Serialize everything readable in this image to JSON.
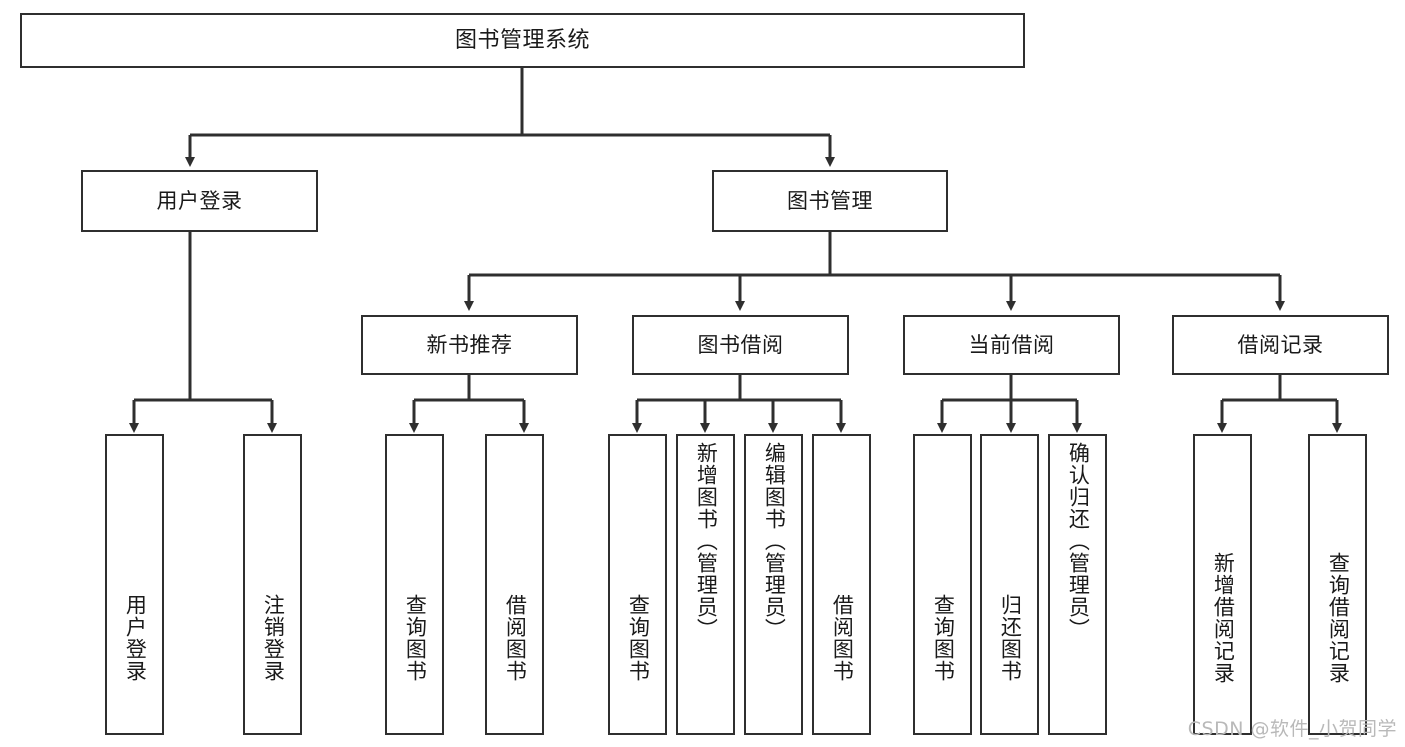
{
  "diagram": {
    "type": "tree",
    "title": "图书管理系统",
    "watermark": "CSDN @软件_小贺同学",
    "colors": {
      "box_border": "#2f2f2f",
      "box_fill": "#ffffff",
      "connector": "#2f2f2f",
      "text": "#1a1a1a",
      "watermark": "#b9b9b9"
    },
    "nodes": {
      "root": {
        "label": "图书管理系统",
        "level": 1
      },
      "user_login": {
        "label": "用户登录",
        "level": 2
      },
      "book_manage": {
        "label": "图书管理",
        "level": 2
      },
      "new_book_rec": {
        "label": "新书推荐",
        "level": 3
      },
      "book_borrow": {
        "label": "图书借阅",
        "level": 3
      },
      "current_borrow": {
        "label": "当前借阅",
        "level": 3
      },
      "borrow_record": {
        "label": "借阅记录",
        "level": 3
      },
      "leaf_user_login": {
        "label": "用户登录",
        "level": 4
      },
      "leaf_logout": {
        "label": "注销登录",
        "level": 4
      },
      "leaf_query_book_1": {
        "label": "查询图书",
        "level": 4
      },
      "leaf_borrow_book_1": {
        "label": "借阅图书",
        "level": 4
      },
      "leaf_query_book_2": {
        "label": "查询图书",
        "level": 4
      },
      "leaf_add_book": {
        "label": "新增图书（管理员）",
        "level": 4
      },
      "leaf_edit_book": {
        "label": "编辑图书（管理员）",
        "level": 4
      },
      "leaf_borrow_book_2": {
        "label": "借阅图书",
        "level": 4
      },
      "leaf_query_book_3": {
        "label": "查询图书",
        "level": 4
      },
      "leaf_return_book": {
        "label": "归还图书",
        "level": 4
      },
      "leaf_confirm_return": {
        "label": "确认归还（管理员）",
        "level": 4
      },
      "leaf_add_record": {
        "label": "新增借阅记录",
        "level": 4
      },
      "leaf_query_record": {
        "label": "查询借阅记录",
        "level": 4
      }
    },
    "edges": [
      {
        "from": "root",
        "to": "user_login"
      },
      {
        "from": "root",
        "to": "book_manage"
      },
      {
        "from": "user_login",
        "to": "leaf_user_login"
      },
      {
        "from": "user_login",
        "to": "leaf_logout"
      },
      {
        "from": "book_manage",
        "to": "new_book_rec"
      },
      {
        "from": "book_manage",
        "to": "book_borrow"
      },
      {
        "from": "book_manage",
        "to": "current_borrow"
      },
      {
        "from": "book_manage",
        "to": "borrow_record"
      },
      {
        "from": "new_book_rec",
        "to": "leaf_query_book_1"
      },
      {
        "from": "new_book_rec",
        "to": "leaf_borrow_book_1"
      },
      {
        "from": "book_borrow",
        "to": "leaf_query_book_2"
      },
      {
        "from": "book_borrow",
        "to": "leaf_add_book"
      },
      {
        "from": "book_borrow",
        "to": "leaf_edit_book"
      },
      {
        "from": "book_borrow",
        "to": "leaf_borrow_book_2"
      },
      {
        "from": "current_borrow",
        "to": "leaf_query_book_3"
      },
      {
        "from": "current_borrow",
        "to": "leaf_return_book"
      },
      {
        "from": "current_borrow",
        "to": "leaf_confirm_return"
      },
      {
        "from": "borrow_record",
        "to": "leaf_add_record"
      },
      {
        "from": "borrow_record",
        "to": "leaf_query_record"
      }
    ]
  }
}
